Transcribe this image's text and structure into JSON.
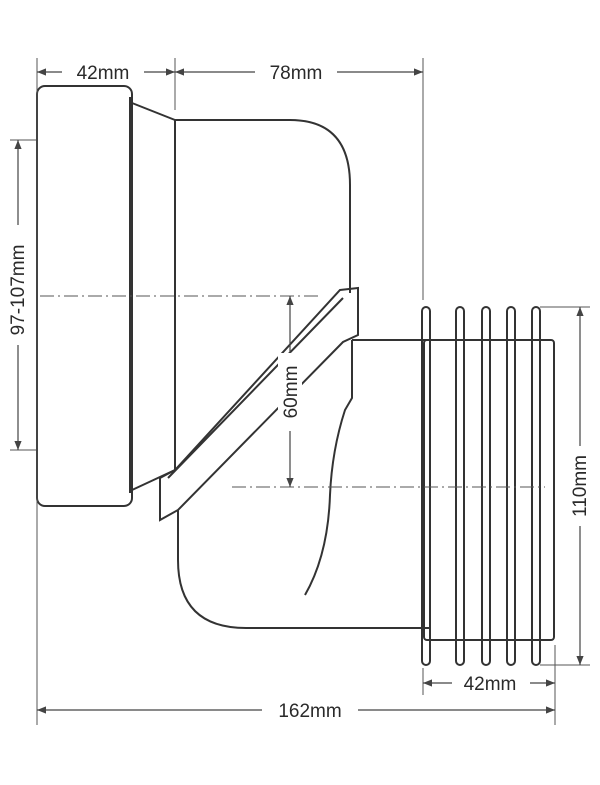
{
  "dimensions": {
    "inlet_depth": "42mm",
    "bend_width": "78mm",
    "inlet_height_range": "97-107mm",
    "offset": "60mm",
    "outlet_diameter": "110mm",
    "outlet_length": "42mm",
    "total_length": "162mm"
  },
  "colors": {
    "line": "#333333",
    "background": "#ffffff"
  }
}
